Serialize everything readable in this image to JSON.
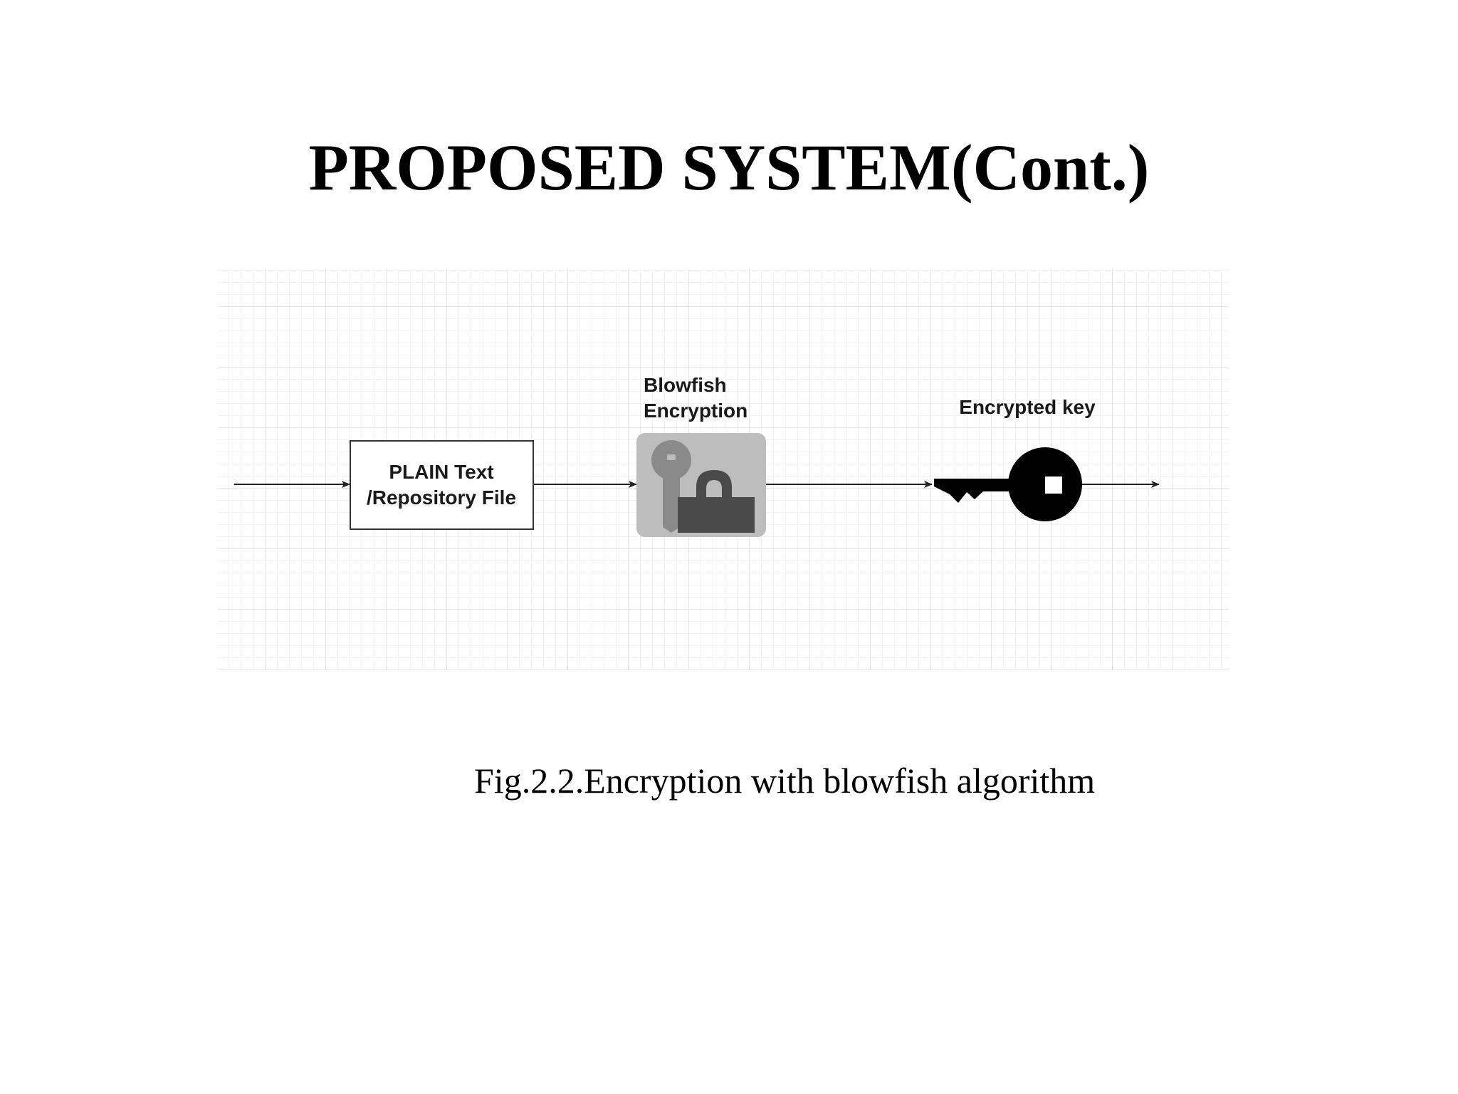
{
  "slide": {
    "title": "PROPOSED SYSTEM(Cont.)",
    "caption": "Fig.2.2.Encryption with blowfish algorithm"
  },
  "diagram": {
    "nodes": [
      {
        "id": "plain-text",
        "label_lines": [
          "PLAIN Text",
          "/Repository File"
        ],
        "icon": "rectangle-box"
      },
      {
        "id": "blowfish",
        "label_lines": [
          "Blowfish",
          "Encryption"
        ],
        "icon": "key-lock-icon"
      },
      {
        "id": "encrypted-key",
        "label_lines": [
          "Encrypted key"
        ],
        "icon": "key-icon"
      }
    ],
    "edges": [
      {
        "from": "input",
        "to": "plain-text"
      },
      {
        "from": "plain-text",
        "to": "blowfish"
      },
      {
        "from": "blowfish",
        "to": "encrypted-key"
      },
      {
        "from": "encrypted-key",
        "to": "output"
      }
    ],
    "colors": {
      "grid_major": "#e6e6e6",
      "grid_minor": "#f3f3f3",
      "icon_tile": "#bdbdbd",
      "key_gray": "#8a8a8a",
      "lock_dark": "#4a4a4a",
      "key_black": "#000000"
    }
  }
}
